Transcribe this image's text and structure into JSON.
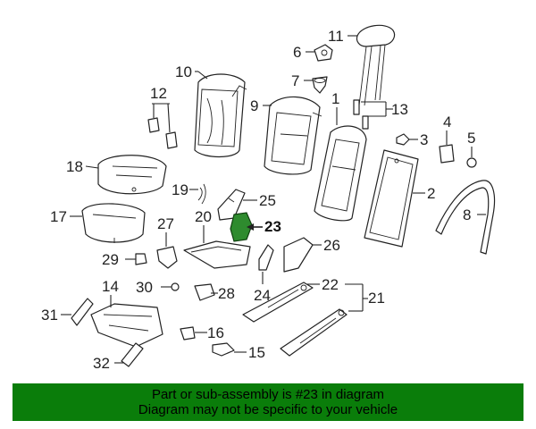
{
  "diagram": {
    "highlight_color": "#2e8b2e",
    "highlighted_part": "23",
    "callouts": [
      "1",
      "2",
      "3",
      "4",
      "5",
      "6",
      "7",
      "8",
      "9",
      "11",
      "10",
      "12",
      "13",
      "14",
      "15",
      "16",
      "17",
      "18",
      "19",
      "20",
      "21",
      "22",
      "23",
      "24",
      "25",
      "26",
      "27",
      "28",
      "29",
      "30",
      "31",
      "32"
    ]
  },
  "banner": {
    "background": "#0a7d0a",
    "line1": "Part or sub-assembly is #23 in diagram",
    "line2": "Diagram may not be specific to your vehicle"
  }
}
